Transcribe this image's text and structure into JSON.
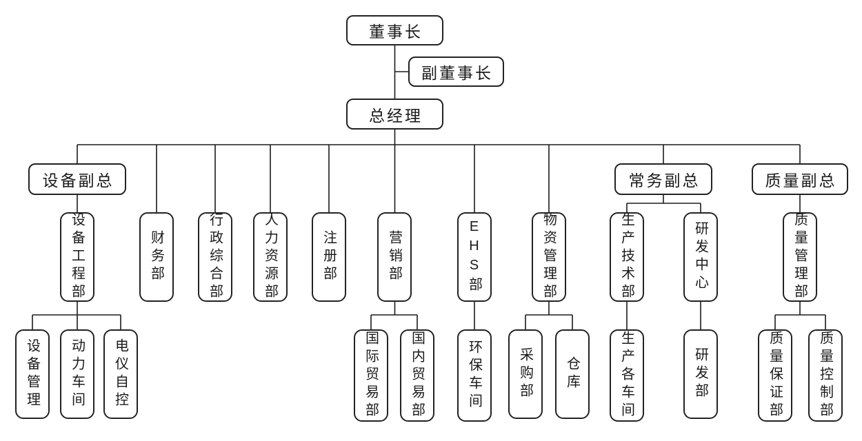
{
  "org_chart": {
    "title": "company-organization-chart",
    "nodes": {
      "chairman": {
        "label": "董事长"
      },
      "vice_chairman": {
        "label": "副董事长"
      },
      "general_manager": {
        "label": "总经理"
      },
      "equipment_vp": {
        "label": "设备副总"
      },
      "executive_vp": {
        "label": "常务副总"
      },
      "quality_vp": {
        "label": "质量副总"
      },
      "equipment_engineering": {
        "label": "设备工程部"
      },
      "finance": {
        "label": "财务部"
      },
      "admin_general": {
        "label": "行政综合部"
      },
      "human_resources": {
        "label": "人力资源部"
      },
      "registration": {
        "label": "注册部"
      },
      "marketing": {
        "label": "营销部"
      },
      "ehs": {
        "label": "EHS部"
      },
      "materials_management": {
        "label": "物资管理部"
      },
      "production_technology": {
        "label": "生产技术部"
      },
      "rd_center": {
        "label": "研发中心"
      },
      "quality_management": {
        "label": "质量管理部"
      },
      "equipment_management": {
        "label": "设备管理"
      },
      "power_workshop": {
        "label": "动力车间"
      },
      "electrical_instrument": {
        "label": "电仪自控"
      },
      "international_trade": {
        "label": "国际贸易部"
      },
      "domestic_trade": {
        "label": "国内贸易部"
      },
      "environmental_workshop": {
        "label": "环保车间"
      },
      "purchasing": {
        "label": "采购部"
      },
      "warehouse": {
        "label": "仓库"
      },
      "production_workshops": {
        "label": "生产各车间"
      },
      "rd_department": {
        "label": "研发部"
      },
      "quality_assurance": {
        "label": "质量保证部"
      },
      "quality_control": {
        "label": "质量控制部"
      }
    },
    "edges": [
      {
        "parent": "董事长",
        "child": "副董事长"
      },
      {
        "parent": "董事长",
        "child": "总经理"
      },
      {
        "parent": "总经理",
        "child": "设备副总"
      },
      {
        "parent": "总经理",
        "child": "财务部"
      },
      {
        "parent": "总经理",
        "child": "行政综合部"
      },
      {
        "parent": "总经理",
        "child": "人力资源部"
      },
      {
        "parent": "总经理",
        "child": "注册部"
      },
      {
        "parent": "总经理",
        "child": "营销部"
      },
      {
        "parent": "总经理",
        "child": "EHS部"
      },
      {
        "parent": "总经理",
        "child": "物资管理部"
      },
      {
        "parent": "总经理",
        "child": "常务副总"
      },
      {
        "parent": "总经理",
        "child": "质量副总"
      },
      {
        "parent": "设备副总",
        "child": "设备工程部"
      },
      {
        "parent": "设备工程部",
        "child": "设备管理"
      },
      {
        "parent": "设备工程部",
        "child": "动力车间"
      },
      {
        "parent": "设备工程部",
        "child": "电仪自控"
      },
      {
        "parent": "营销部",
        "child": "国际贸易部"
      },
      {
        "parent": "营销部",
        "child": "国内贸易部"
      },
      {
        "parent": "EHS部",
        "child": "环保车间"
      },
      {
        "parent": "物资管理部",
        "child": "采购部"
      },
      {
        "parent": "物资管理部",
        "child": "仓库"
      },
      {
        "parent": "常务副总",
        "child": "生产技术部"
      },
      {
        "parent": "常务副总",
        "child": "研发中心"
      },
      {
        "parent": "生产技术部",
        "child": "生产各车间"
      },
      {
        "parent": "研发中心",
        "child": "研发部"
      },
      {
        "parent": "质量副总",
        "child": "质量管理部"
      },
      {
        "parent": "质量管理部",
        "child": "质量保证部"
      },
      {
        "parent": "质量管理部",
        "child": "质量控制部"
      }
    ],
    "line_color": "#1a1a1a",
    "box_border_color": "#222222",
    "background_color": "#ffffff"
  }
}
